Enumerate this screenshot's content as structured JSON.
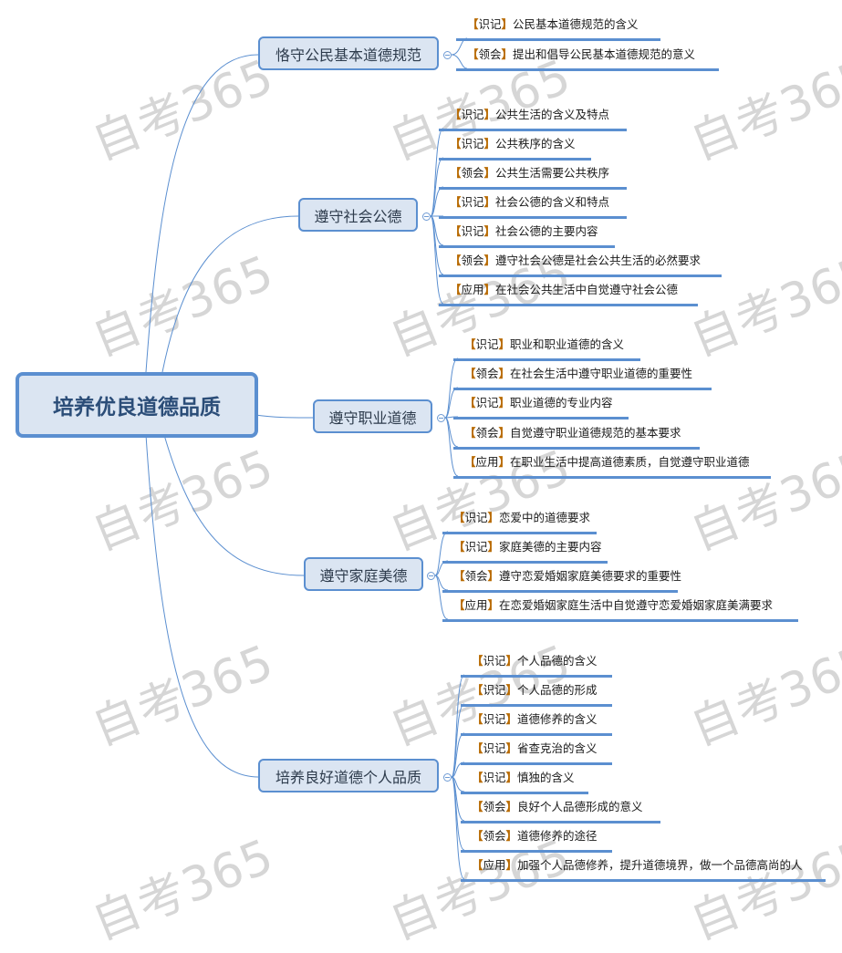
{
  "colors": {
    "line": "#5b8fd0",
    "node_fill": "#dbe5f2",
    "central_text": "#2b4d78",
    "watermark": "#d6d6d6"
  },
  "watermark": "自考365",
  "central": {
    "label": "培养优良道德品质"
  },
  "branches": [
    {
      "label": "恪守公民基本道德规范",
      "leaves": [
        {
          "tag": "识记",
          "text": "公民基本道德规范的含义"
        },
        {
          "tag": "领会",
          "text": "提出和倡导公民基本道德规范的意义"
        }
      ]
    },
    {
      "label": "遵守社会公德",
      "leaves": [
        {
          "tag": "识记",
          "text": "公共生活的含义及特点"
        },
        {
          "tag": "识记",
          "text": "公共秩序的含义"
        },
        {
          "tag": "领会",
          "text": "公共生活需要公共秩序"
        },
        {
          "tag": "识记",
          "text": "社会公德的含义和特点"
        },
        {
          "tag": "识记",
          "text": "社会公德的主要内容"
        },
        {
          "tag": "领会",
          "text": "遵守社会公德是社会公共生活的必然要求"
        },
        {
          "tag": "应用",
          "text": "在社会公共生活中自觉遵守社会公德"
        }
      ]
    },
    {
      "label": "遵守职业道德",
      "leaves": [
        {
          "tag": "识记",
          "text": "职业和职业道德的含义"
        },
        {
          "tag": "领会",
          "text": "在社会生活中遵守职业道德的重要性"
        },
        {
          "tag": "识记",
          "text": "职业道德的专业内容"
        },
        {
          "tag": "领会",
          "text": "自觉遵守职业道德规范的基本要求"
        },
        {
          "tag": "应用",
          "text": "在职业生活中提高道德素质，自觉遵守职业道德"
        }
      ]
    },
    {
      "label": "遵守家庭美德",
      "leaves": [
        {
          "tag": "识记",
          "text": "恋爱中的道德要求"
        },
        {
          "tag": "识记",
          "text": "家庭美德的主要内容"
        },
        {
          "tag": "领会",
          "text": "遵守恋爱婚姻家庭美德要求的重要性"
        },
        {
          "tag": "应用",
          "text": "在恋爱婚姻家庭生活中自觉遵守恋爱婚姻家庭美满要求"
        }
      ]
    },
    {
      "label": "培养良好道德个人品质",
      "leaves": [
        {
          "tag": "识记",
          "text": "个人品德的含义"
        },
        {
          "tag": "识记",
          "text": "个人品德的形成"
        },
        {
          "tag": "识记",
          "text": "道德修养的含义"
        },
        {
          "tag": "识记",
          "text": "省查克治的含义"
        },
        {
          "tag": "识记",
          "text": "慎独的含义"
        },
        {
          "tag": "领会",
          "text": "良好个人品德形成的意义"
        },
        {
          "tag": "领会",
          "text": "道德修养的途径"
        },
        {
          "tag": "应用",
          "text": "加强个人品德修养，提升道德境界，做一个品德高尚的人"
        }
      ]
    }
  ]
}
